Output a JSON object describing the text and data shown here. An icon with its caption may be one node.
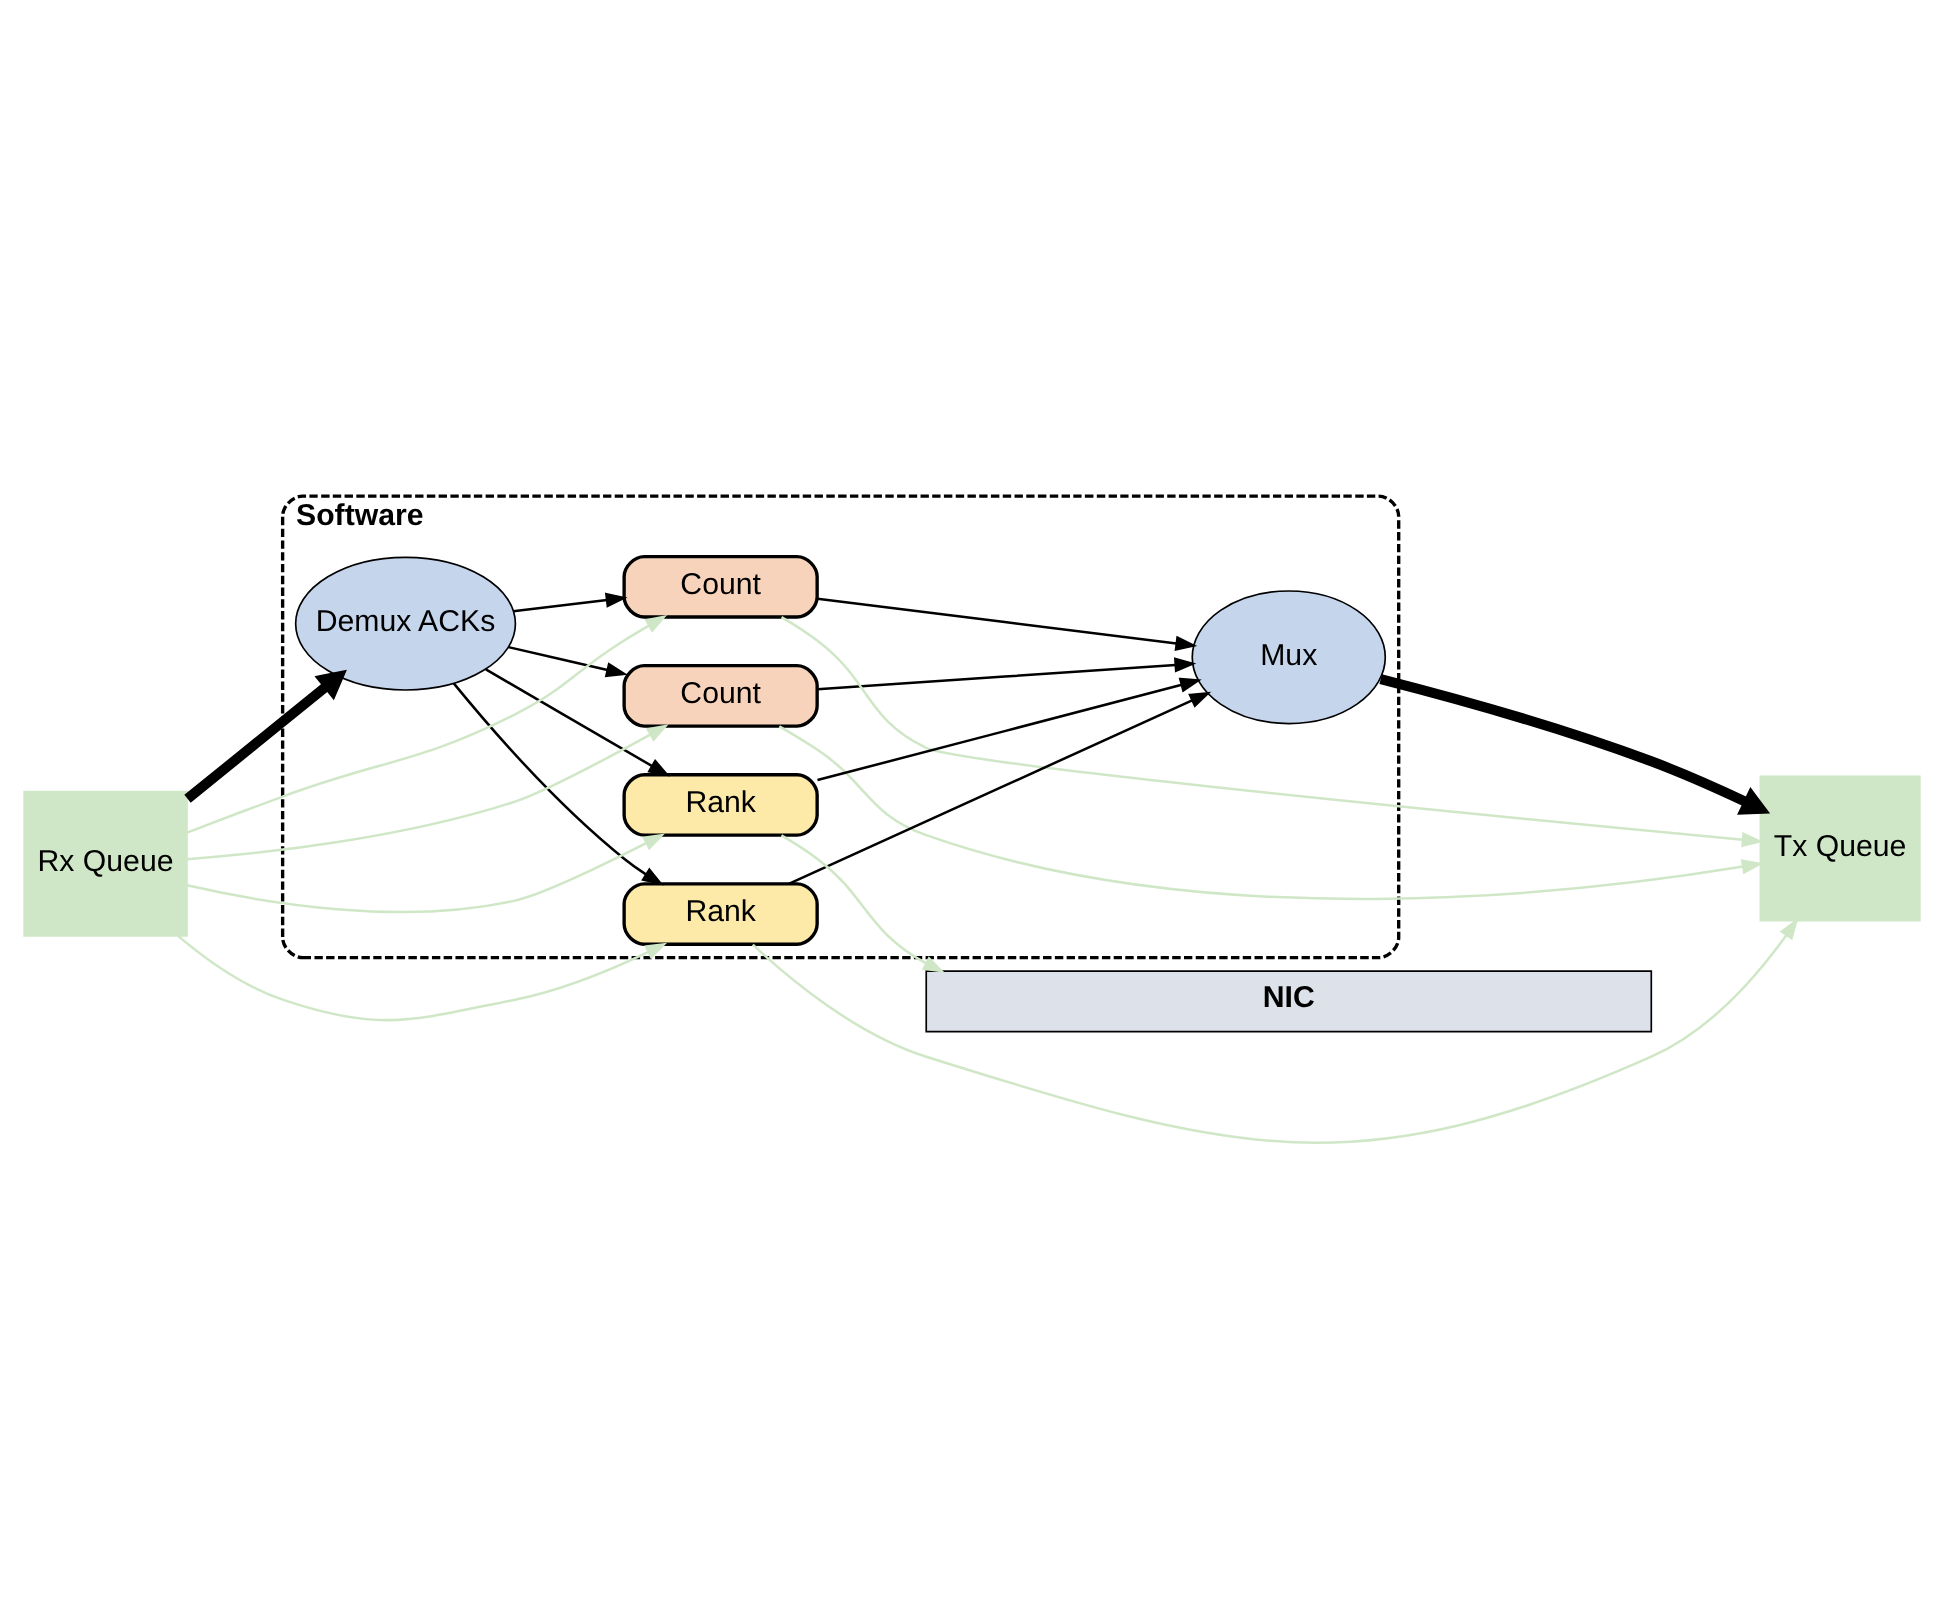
{
  "diagram": {
    "nodes": [
      {
        "text": [
          "Software"
        ]
      },
      {
        "text": [
          "Demux ACKs"
        ],
        "in": 0
      },
      {
        "text": [
          "Count"
        ],
        "in": 0
      },
      {
        "text": [
          "Count"
        ],
        "in": 0
      },
      {
        "text": [
          "Rank"
        ],
        "in": 0
      },
      {
        "text": [
          "Rank"
        ],
        "in": 0
      },
      {
        "text": [
          "Mux"
        ],
        "in": 0
      },
      {
        "text": [
          "Rx Queue"
        ]
      },
      {
        "text": [
          "Tx Queue"
        ]
      },
      {
        "text": [
          "NIC"
        ]
      }
    ],
    "edges": [
      {
        "from": 1,
        "to": 2,
        "arrow": "to"
      },
      {
        "from": 1,
        "to": 3,
        "arrow": "to"
      },
      {
        "from": 1,
        "to": 4,
        "arrow": "to"
      },
      {
        "from": 1,
        "to": 5,
        "arrow": "to"
      },
      {
        "from": 2,
        "to": 6,
        "arrow": "to"
      },
      {
        "from": 3,
        "to": 6,
        "arrow": "to"
      },
      {
        "from": 4,
        "to": 6,
        "arrow": "to"
      },
      {
        "from": 5,
        "to": 6,
        "arrow": "to"
      },
      {
        "from": 7,
        "to": 1,
        "arrow": "to",
        "style": "thick"
      },
      {
        "from": 6,
        "to": 8,
        "arrow": "to",
        "style": "thick"
      },
      {
        "from": 7,
        "to": 2,
        "arrow": "to",
        "color": "#cfe7c6"
      },
      {
        "from": 7,
        "to": 3,
        "arrow": "to",
        "color": "#cfe7c6"
      },
      {
        "from": 7,
        "to": 4,
        "arrow": "to",
        "color": "#cfe7c6"
      },
      {
        "from": 7,
        "to": 5,
        "arrow": "to",
        "color": "#cfe7c6"
      },
      {
        "from": 2,
        "to": 8,
        "arrow": "to",
        "color": "#cfe7c6"
      },
      {
        "from": 3,
        "to": 8,
        "arrow": "to",
        "color": "#cfe7c6"
      },
      {
        "from": 4,
        "to": 8,
        "arrow": "to",
        "color": "#cfe7c6"
      },
      {
        "from": 5,
        "to": 9,
        "arrow": "to",
        "color": "#cfe7c6"
      }
    ]
  }
}
